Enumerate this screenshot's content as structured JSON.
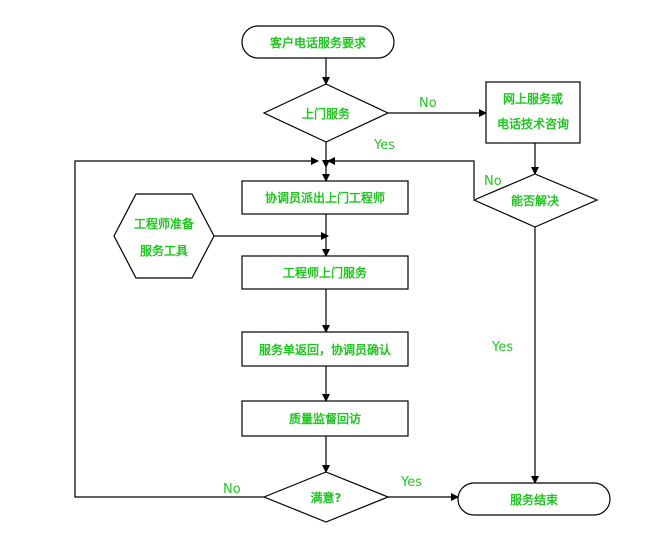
{
  "colors": {
    "text": "#22c622",
    "stroke": "#000000",
    "background": "#ffffff"
  },
  "nodes": {
    "start": "客户电话服务要求",
    "onsite_decision": "上门服务",
    "online_service_line1": "网上服务或",
    "online_service_line2": "电话技术咨询",
    "resolved_decision": "能否解决",
    "dispatch": "协调员派出上门工程师",
    "prepare_tools_line1": "工程师准备",
    "prepare_tools_line2": "服务工具",
    "engineer_onsite": "工程师上门服务",
    "service_return": "服务单返回，协调员确认",
    "quality_check": "质量监督回访",
    "satisfied_decision": "满意?",
    "end": "服务结束"
  },
  "edge_labels": {
    "onsite_no": "No",
    "onsite_yes": "Yes",
    "resolved_no": "No",
    "resolved_yes": "Yes",
    "satisfied_no": "No",
    "satisfied_yes": "Yes"
  }
}
